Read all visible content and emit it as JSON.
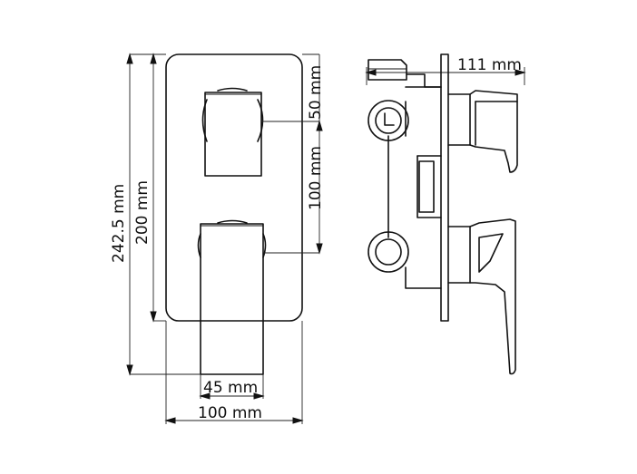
{
  "diagram": {
    "dimensions": {
      "total_height": "242.5 mm",
      "plate_height": "200 mm",
      "upper_handle": "50 mm",
      "handle_spacing": "100 mm",
      "handle_width": "45 mm",
      "plate_width": "100 mm",
      "depth": "111 mm"
    }
  }
}
